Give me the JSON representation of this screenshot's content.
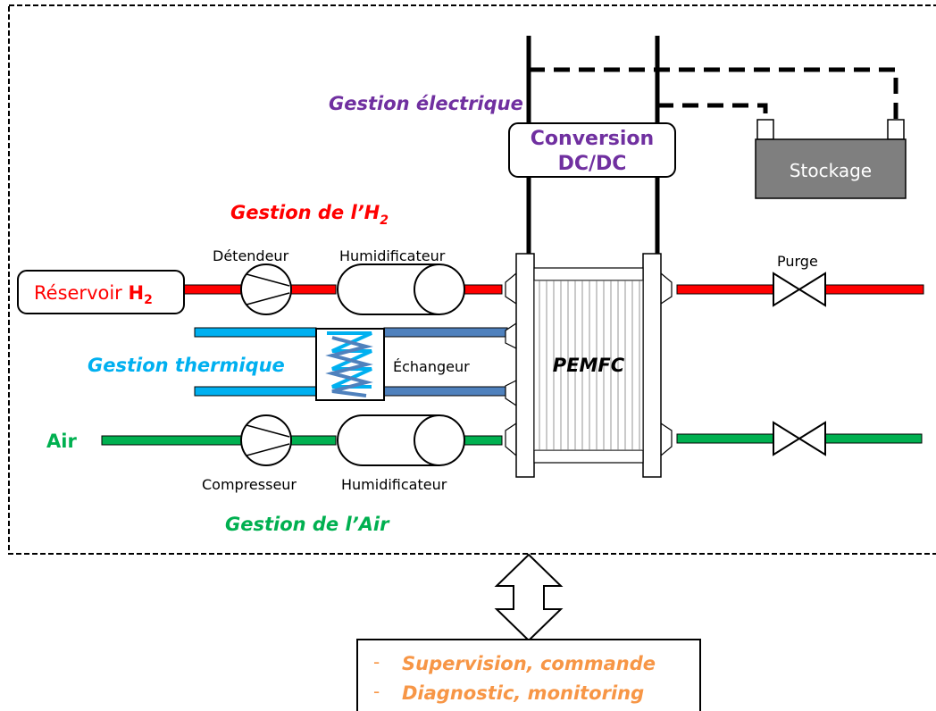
{
  "labels": {
    "gestion_electrique": "Gestion électrique",
    "conversion_line1": "Conversion",
    "conversion_line2": "DC/DC",
    "stockage": "Stockage",
    "gestion_h2_prefix": "Gestion de l’H",
    "gestion_h2_sub": "2",
    "detendeur": "Détendeur",
    "humidificateur_top": "Humidificateur",
    "reservoir_prefix": "Réservoir ",
    "reservoir_h": "H",
    "reservoir_sub": "2",
    "purge": "Purge",
    "gestion_thermique": "Gestion thermique",
    "echangeur": "Échangeur",
    "pemfc": "PEMFC",
    "air": "Air",
    "compresseur": "Compresseur",
    "humidificateur_bottom": "Humidificateur",
    "gestion_air": "Gestion de l’Air",
    "supervision_dash": "-",
    "supervision": "Supervision, commande",
    "diagnostic_dash": "-",
    "diagnostic": "Diagnostic, monitoring"
  },
  "colors": {
    "electrique": "#7030A0",
    "h2": "#FF0000",
    "thermique": "#00B0F0",
    "air": "#00B050",
    "supervision": "#F79646",
    "stockage_fill": "#7F7F7F",
    "water_out": "#4F81BD"
  }
}
